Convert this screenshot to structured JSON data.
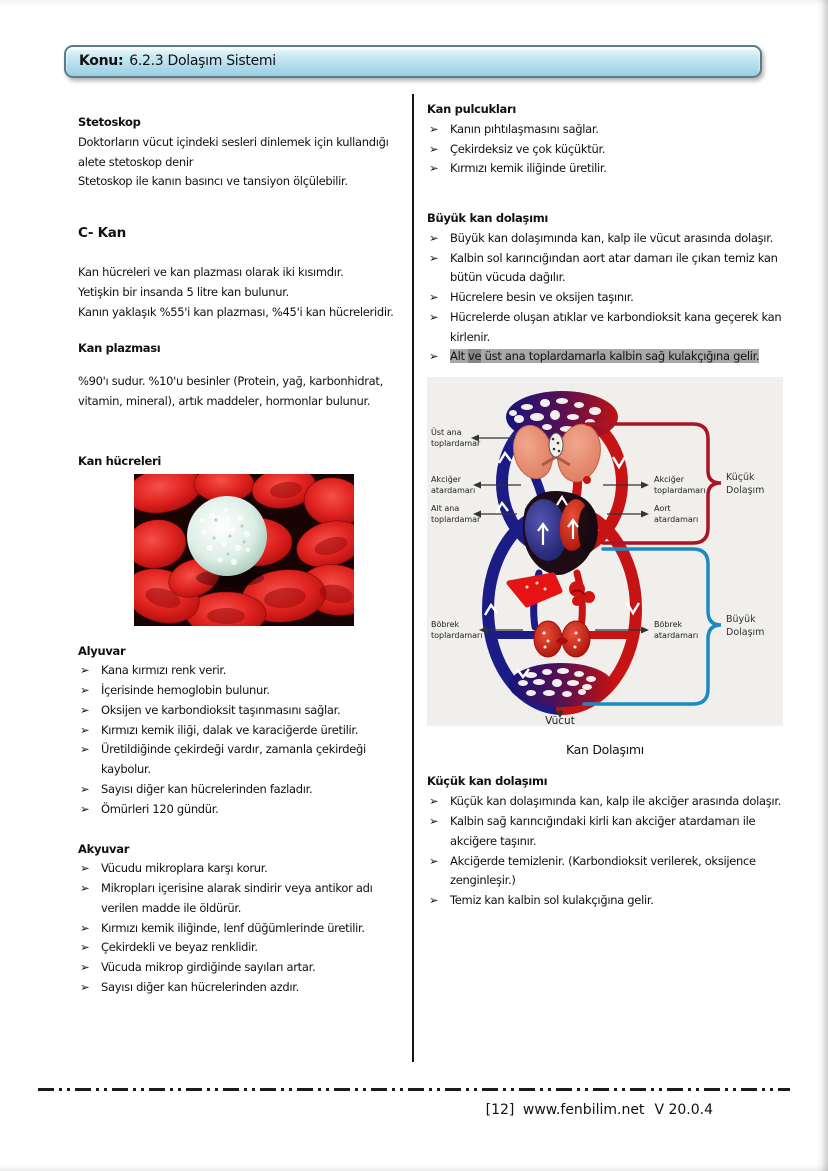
{
  "header": {
    "label": "Konu:",
    "title": "6.2.3 Dolaşım Sistemi"
  },
  "bullet_glyph": "➢",
  "colors": {
    "header_bar": "#aedaea",
    "highlight_gray": "#a8a8a8",
    "diagram_red": "#c61414",
    "diagram_blue": "#1c1c86",
    "brace_red": "#a81524",
    "brace_blue": "#1c88c4"
  },
  "left": {
    "stetoskop": {
      "title": "Stetoskop",
      "p1": "Doktorların vücut içindeki sesleri dinlemek için kullandığı alete stetoskop denir",
      "p2": "Stetoskop ile kanın basıncı ve tansiyon ölçülebilir."
    },
    "kan": {
      "title": "C- Kan",
      "p1": "Kan hücreleri ve kan plazması olarak iki kısımdır.",
      "p2": "Yetişkin bir insanda 5 litre kan bulunur.",
      "p3": "Kanın yaklaşık %55'i kan plazması, %45'i kan hücreleridir."
    },
    "plazma": {
      "title": "Kan plazması",
      "p1": "%90'ı sudur. %10'u besinler (Protein, yağ, karbonhidrat, vitamin, mineral), artık maddeler, hormonlar bulunur."
    },
    "hucre": {
      "title": "Kan hücreleri"
    },
    "alyuvar": {
      "title": "Alyuvar",
      "items": [
        "Kana kırmızı renk verir.",
        "İçerisinde hemoglobin bulunur.",
        "Oksijen ve karbondioksit taşınmasını sağlar.",
        "Kırmızı kemik iliği, dalak ve karaciğerde üretilir.",
        "Üretildiğinde çekirdeği vardır, zamanla çekirdeği kaybolur.",
        "Sayısı diğer kan hücrelerinden fazladır.",
        "Ömürleri 120 gündür."
      ]
    },
    "akyuvar": {
      "title": "Akyuvar",
      "items": [
        "Vücudu mikroplara karşı korur.",
        "Mikropları içerisine alarak sindirir veya antikor adı verilen madde ile öldürür.",
        "Kırmızı kemik iliğinde, lenf düğümlerinde üretilir.",
        "Çekirdekli ve beyaz renklidir.",
        "Vücuda mikrop girdiğinde sayıları artar.",
        "Sayısı diğer kan hücrelerinden azdır."
      ]
    }
  },
  "right": {
    "pulcuk": {
      "title": "Kan pulcukları",
      "items": [
        "Kanın pıhtılaşmasını sağlar.",
        "Çekirdeksiz ve çok küçüktür.",
        "Kırmızı kemik iliğinde üretilir."
      ]
    },
    "buyuk": {
      "title": "Büyük kan dolaşımı",
      "items": [
        "Büyük kan dolaşımında kan, kalp ile vücut arasında dolaşır.",
        "Kalbin sol karıncığından aort atar damarı ile çıkan temiz kan bütün vücuda dağılır.",
        "Hücrelere besin ve oksijen taşınır.",
        "Hücrelerde oluşan atıklar ve karbondioksit kana geçerek kan kirlenir."
      ],
      "highlight": [
        "Alt ",
        "ve",
        " üst ana toplardamarla kalbin sağ kulakçığına gelir."
      ]
    },
    "diagram": {
      "caption": "Kan Dolaşımı",
      "body_label": "Vücut",
      "labels": {
        "ust_ana": [
          "Üst ana",
          "toplardamar"
        ],
        "akciger_atar": [
          "Akciğer",
          "atardamarı"
        ],
        "alt_ana": [
          "Alt ana",
          "toplardamar"
        ],
        "bobrek_toplar": [
          "Böbrek",
          "toplardamarı"
        ],
        "akciger_toplar": [
          "Akciğer",
          "toplardamarı"
        ],
        "aort_atar": [
          "Aort",
          "atardamarı"
        ],
        "bobrek_atar": [
          "Böbrek",
          "atardamarı"
        ],
        "kucuk_dolasim": [
          "Küçük",
          "Dolaşım"
        ],
        "buyuk_dolasim": [
          "Büyük",
          "Dolaşım"
        ]
      }
    },
    "kucuk": {
      "title": "Küçük kan dolaşımı",
      "items": [
        "Küçük kan dolaşımında kan, kalp ile akciğer arasında dolaşır.",
        "Kalbin sağ karıncığındaki kirli kan akciğer atardamarı ile akciğere taşınır.",
        "Akciğerde temizlenir. (Karbondioksit verilerek, oksijence zenginleşir.)",
        "Temiz kan kalbin sol kulakçığına gelir."
      ]
    }
  },
  "footer": {
    "page": "[12]",
    "site": "www.fenbilim.net",
    "version": "V 20.0.4"
  }
}
